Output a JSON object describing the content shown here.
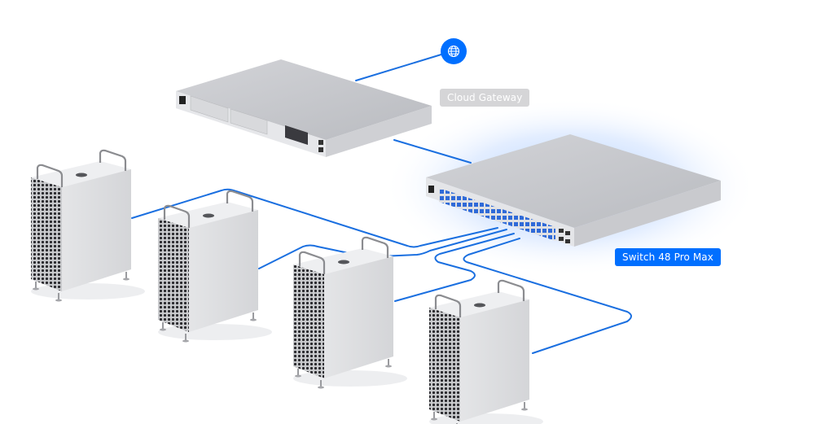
{
  "diagram": {
    "colors": {
      "cable": "#1a6fe0",
      "accent": "#006fff",
      "gateway_label_bg": "#d5d5d7",
      "device_silver": "#d9dadd",
      "glow": "#bcd6ff"
    },
    "internet_node": {
      "icon": "globe-icon"
    },
    "devices": {
      "gateway": {
        "label": "Cloud Gateway",
        "state": "inactive"
      },
      "switch": {
        "label": "Switch 48 Pro Max",
        "state": "highlighted"
      },
      "clients": [
        {
          "type": "workstation"
        },
        {
          "type": "workstation"
        },
        {
          "type": "workstation"
        },
        {
          "type": "workstation"
        }
      ]
    }
  }
}
